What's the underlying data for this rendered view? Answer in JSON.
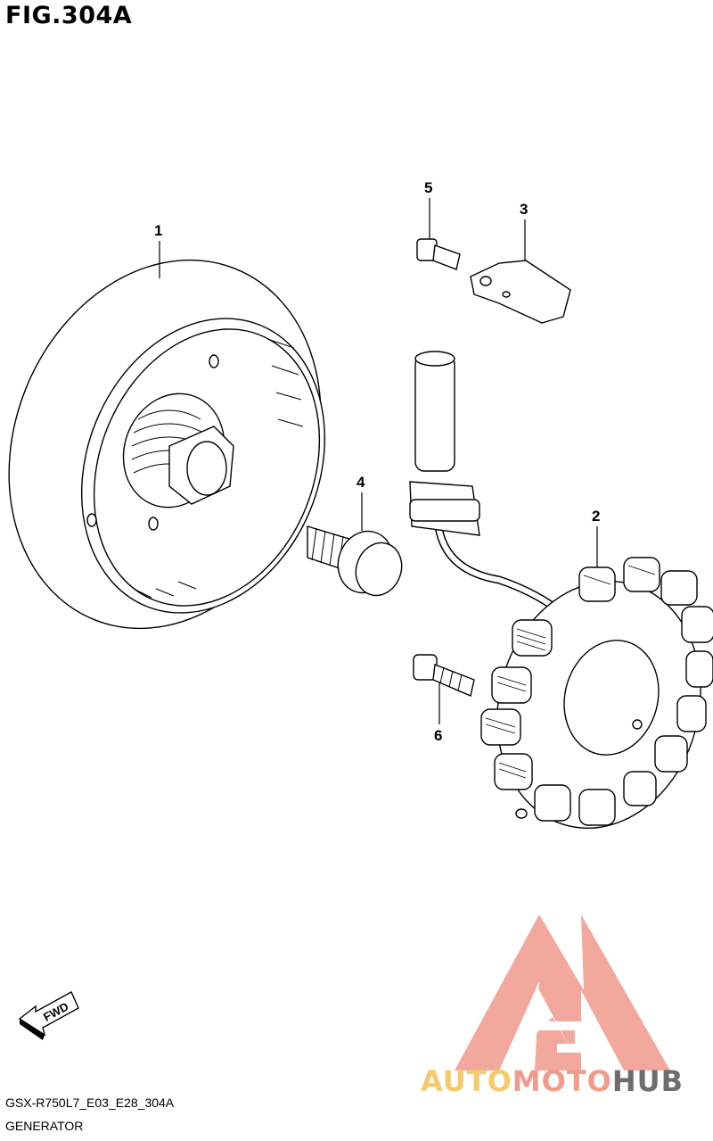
{
  "figure": {
    "title": "FIG.304A",
    "model_code": "GSX-R750L7_E03_E28_304A",
    "name": "GENERATOR"
  },
  "callouts": [
    {
      "id": "1",
      "label": "1"
    },
    {
      "id": "2",
      "label": "2"
    },
    {
      "id": "3",
      "label": "3"
    },
    {
      "id": "4",
      "label": "4"
    },
    {
      "id": "5",
      "label": "5"
    },
    {
      "id": "6",
      "label": "6"
    }
  ],
  "direction_badge": {
    "label": "FWD",
    "icon": "fwd-arrow-icon"
  },
  "watermark": {
    "part1": "AUTO",
    "part2": "MOTO",
    "part3": "HUB",
    "colors": {
      "auto": "#f6c96a",
      "moto": "#f29a8c",
      "hub": "#6d6d6d",
      "logo": "#f29a8c"
    }
  }
}
